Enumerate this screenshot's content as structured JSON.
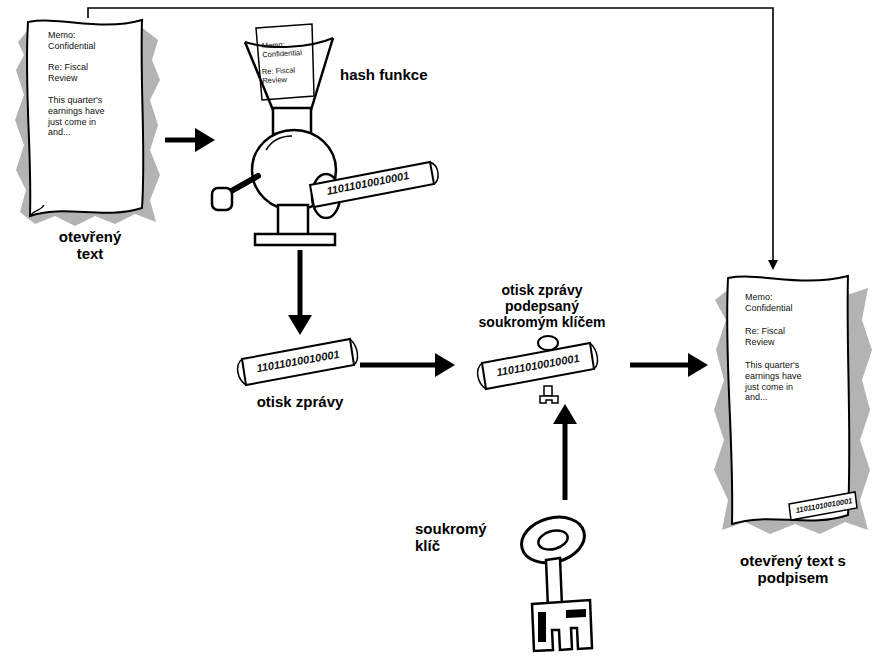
{
  "diagram": {
    "nodes": [
      {
        "text": [
          "otevřený text"
        ]
      },
      {
        "text": [
          "hash funkce"
        ]
      },
      {
        "text": [
          "otisk zprávy"
        ]
      },
      {
        "text": [
          "otisk zprávy podepsaný soukromým klíčem"
        ]
      },
      {
        "text": [
          "soukromý klíč"
        ]
      },
      {
        "text": [
          "otevřený text s podpisem"
        ]
      }
    ],
    "edges": [
      {
        "from": 0,
        "to": 1,
        "arrow": "to"
      },
      {
        "from": 1,
        "to": 2,
        "arrow": "to"
      },
      {
        "from": 2,
        "to": 3,
        "arrow": "to"
      },
      {
        "from": 4,
        "to": 3,
        "arrow": "to"
      },
      {
        "from": 3,
        "to": 5,
        "arrow": "to"
      },
      {
        "from": 0,
        "to": 5,
        "arrow": "to"
      }
    ],
    "labels": [
      "Memo: Confidential",
      "Re: Fiscal Review",
      "This quarter's earnings have just come in and...",
      "Memo: Confidential",
      "Re: Fiscal Review",
      "11011010010001",
      "11011010010001",
      "11011010010001",
      "Memo: Confidential",
      "Re: Fiscal Review",
      "This quarter's earnings have just come in and...",
      "11011010010001"
    ]
  }
}
